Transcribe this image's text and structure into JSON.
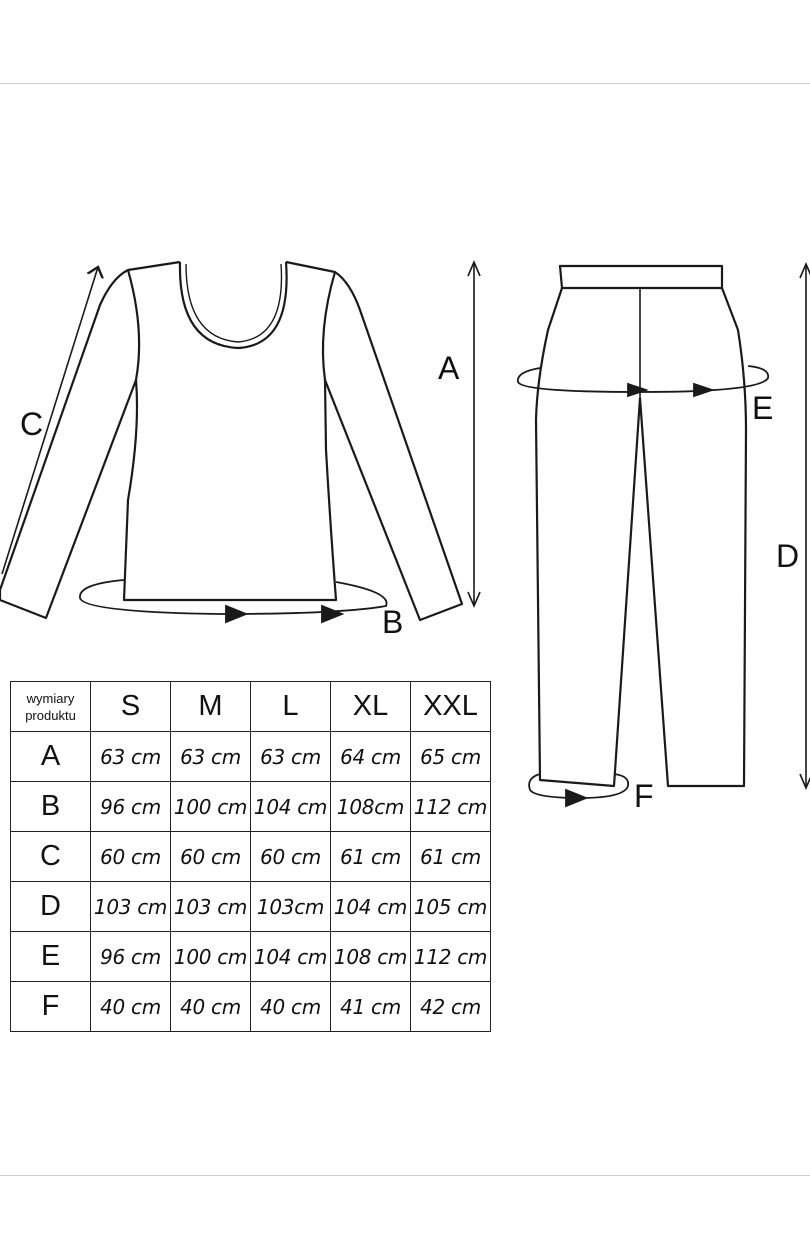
{
  "labels": {
    "A": "A",
    "B": "B",
    "C": "C",
    "D": "D",
    "E": "E",
    "F": "F"
  },
  "table": {
    "corner_label": "wymiary produktu",
    "sizes": [
      "S",
      "M",
      "L",
      "XL",
      "XXL"
    ],
    "rows": [
      {
        "label": "A",
        "values": [
          "63 cm",
          "63 cm",
          "63 cm",
          "64 cm",
          "65 cm"
        ]
      },
      {
        "label": "B",
        "values": [
          "96 cm",
          "100 cm",
          "104 cm",
          "108cm",
          "112 cm"
        ]
      },
      {
        "label": "C",
        "values": [
          "60 cm",
          "60 cm",
          "60 cm",
          "61 cm",
          "61 cm"
        ]
      },
      {
        "label": "D",
        "values": [
          "103 cm",
          "103 cm",
          "103cm",
          "104 cm",
          "105 cm"
        ]
      },
      {
        "label": "E",
        "values": [
          "96 cm",
          "100 cm",
          "104 cm",
          "108 cm",
          "112 cm"
        ]
      },
      {
        "label": "F",
        "values": [
          "40 cm",
          "40 cm",
          "40 cm",
          "41 cm",
          "42 cm"
        ]
      }
    ]
  },
  "colors": {
    "line": "#1a1a1a",
    "rule": "#cfcfcf",
    "background": "#ffffff"
  }
}
